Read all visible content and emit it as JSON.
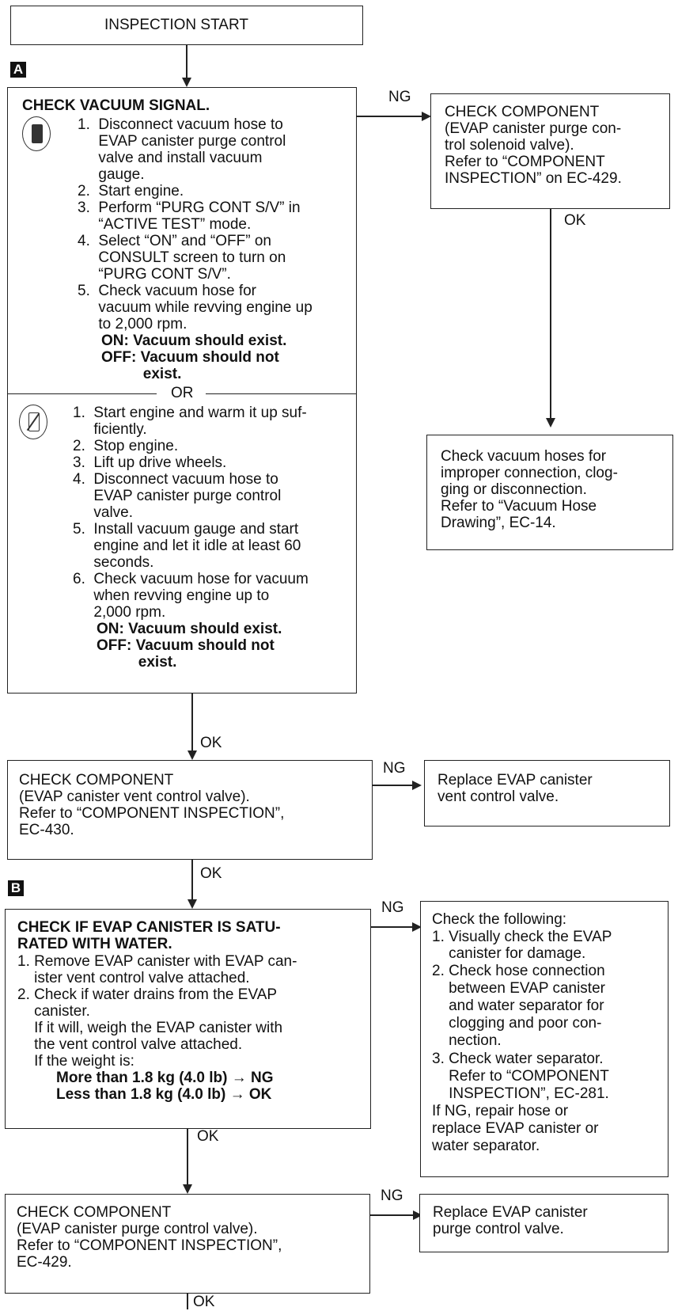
{
  "start": {
    "label": "INSPECTION START"
  },
  "markers": {
    "a": "A",
    "b": "B"
  },
  "flow_labels": {
    "ng": "NG",
    "ok": "OK"
  },
  "step_a": {
    "title": "CHECK VACUUM SIGNAL.",
    "with_consult": [
      "1.  Disconnect vacuum hose to",
      "     EVAP canister purge control",
      "     valve and install vacuum",
      "     gauge.",
      "2.  Start engine.",
      "3.  Perform “PURG CONT S/V” in",
      "     “ACTIVE TEST” mode.",
      "4.  Select “ON” and “OFF” on",
      "     CONSULT screen to turn on",
      "     “PURG CONT S/V”.",
      "5.  Check vacuum hose for",
      "     vacuum while revving engine up",
      "     to 2,000 rpm."
    ],
    "with_consult_spec": [
      "ON: Vacuum should exist.",
      "OFF: Vacuum should not",
      "          exist."
    ],
    "or_label": "OR",
    "without_consult": [
      "1.  Start engine and warm it up suf-",
      "     ficiently.",
      "2.  Stop engine.",
      "3.  Lift up drive wheels.",
      "4.  Disconnect vacuum hose to",
      "     EVAP canister purge control",
      "     valve.",
      "5.  Install vacuum gauge and start",
      "     engine and let it idle at least 60",
      "     seconds.",
      "6.  Check vacuum hose for vacuum",
      "     when revving engine up to",
      "     2,000 rpm."
    ],
    "without_consult_spec": [
      "ON: Vacuum should exist.",
      "OFF: Vacuum should not",
      "          exist."
    ]
  },
  "component_purge_solenoid": [
    "CHECK COMPONENT",
    "(EVAP canister purge con-",
    "trol solenoid valve).",
    "Refer to “COMPONENT",
    "INSPECTION” on EC-429."
  ],
  "vacuum_hoses": [
    "Check vacuum hoses for",
    "improper connection, clog-",
    "ging or disconnection.",
    "Refer to “Vacuum Hose",
    "Drawing”, EC-14."
  ],
  "component_vent": [
    "CHECK COMPONENT",
    "(EVAP canister vent control valve).",
    "Refer to “COMPONENT INSPECTION”,",
    "EC-430."
  ],
  "replace_vent": [
    "Replace EVAP canister",
    "vent control valve."
  ],
  "step_b": {
    "title": [
      "CHECK IF EVAP CANISTER IS SATU-",
      "RATED WITH WATER."
    ],
    "body": [
      "1. Remove EVAP canister with EVAP can-",
      "    ister vent control valve attached.",
      "2. Check if water drains from the EVAP",
      "    canister.",
      "    If it will, weigh the EVAP canister with",
      "    the vent control valve attached.",
      "    If the weight is:"
    ],
    "spec": [
      "More than 1.8 kg (4.0 lb) → NG",
      "Less than 1.8 kg (4.0 lb) → OK"
    ]
  },
  "check_following": [
    "Check the following:",
    "1. Visually check the EVAP",
    "    canister for damage.",
    "2. Check hose connection",
    "    between EVAP canister",
    "    and water separator for",
    "    clogging and poor con-",
    "    nection.",
    "3. Check water separator.",
    "    Refer to “COMPONENT",
    "    INSPECTION”, EC-281.",
    "If NG, repair hose or",
    "replace EVAP canister or",
    "water separator."
  ],
  "component_purge_valve": [
    "CHECK COMPONENT",
    "(EVAP canister purge control valve).",
    "Refer to “COMPONENT INSPECTION”,",
    "EC-429."
  ],
  "replace_purge": [
    "Replace EVAP canister",
    "purge control valve."
  ]
}
